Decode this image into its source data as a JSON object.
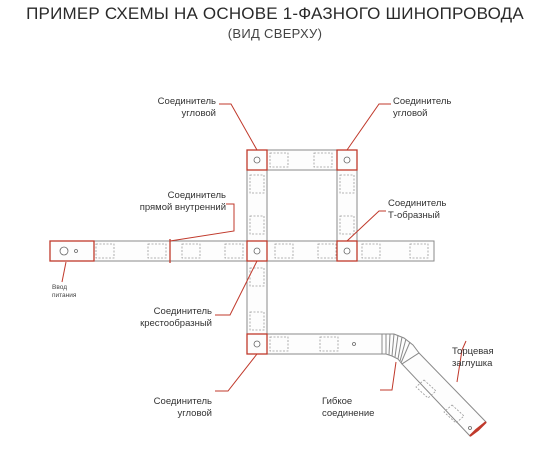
{
  "title": "ПРИМЕР СХЕМЫ НА ОСНОВЕ 1-ФАЗНОГО ШИНОПРОВОДА",
  "subtitle": "(ВИД СВЕРХУ)",
  "labels": {
    "corner_top_left": [
      "Соединитель",
      "угловой"
    ],
    "corner_top_right": [
      "Соединитель",
      "угловой"
    ],
    "straight_inner": [
      "Соединитель",
      "прямой внутренний"
    ],
    "t_connector": [
      "Соединитель",
      "Т-образный"
    ],
    "power_input": [
      "Ввод",
      "питания"
    ],
    "cross_connector": [
      "Соединитель",
      "крестообразный"
    ],
    "end_cap": [
      "Торцевая",
      "заглушка"
    ],
    "corner_bottom": [
      "Соединитель",
      "угловой"
    ],
    "flexible": [
      "Гибкое",
      "соединение"
    ]
  },
  "colors": {
    "track_stroke": "#8a8a8a",
    "connector": "#c0392b",
    "leader": "#c0392b"
  }
}
